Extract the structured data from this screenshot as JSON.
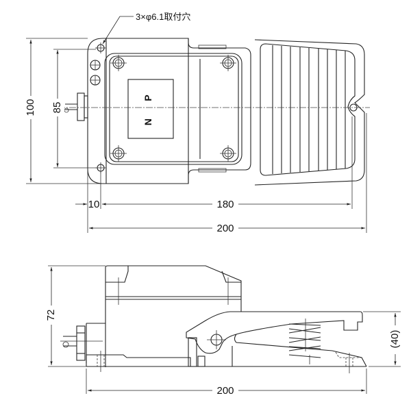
{
  "drawing": {
    "title": "Foot switch dimensional drawing",
    "annotation": "3×φ6.1取付穴",
    "top_view": {
      "label_p": "P",
      "label_n": "N",
      "dims": {
        "height_total": "100",
        "height_holes": "85",
        "offset_left": "10",
        "hole_span": "180",
        "width_total": "200"
      }
    },
    "side_view": {
      "dims": {
        "height_total": "72",
        "pedal_height": "(40)",
        "width_total": "200"
      }
    }
  }
}
